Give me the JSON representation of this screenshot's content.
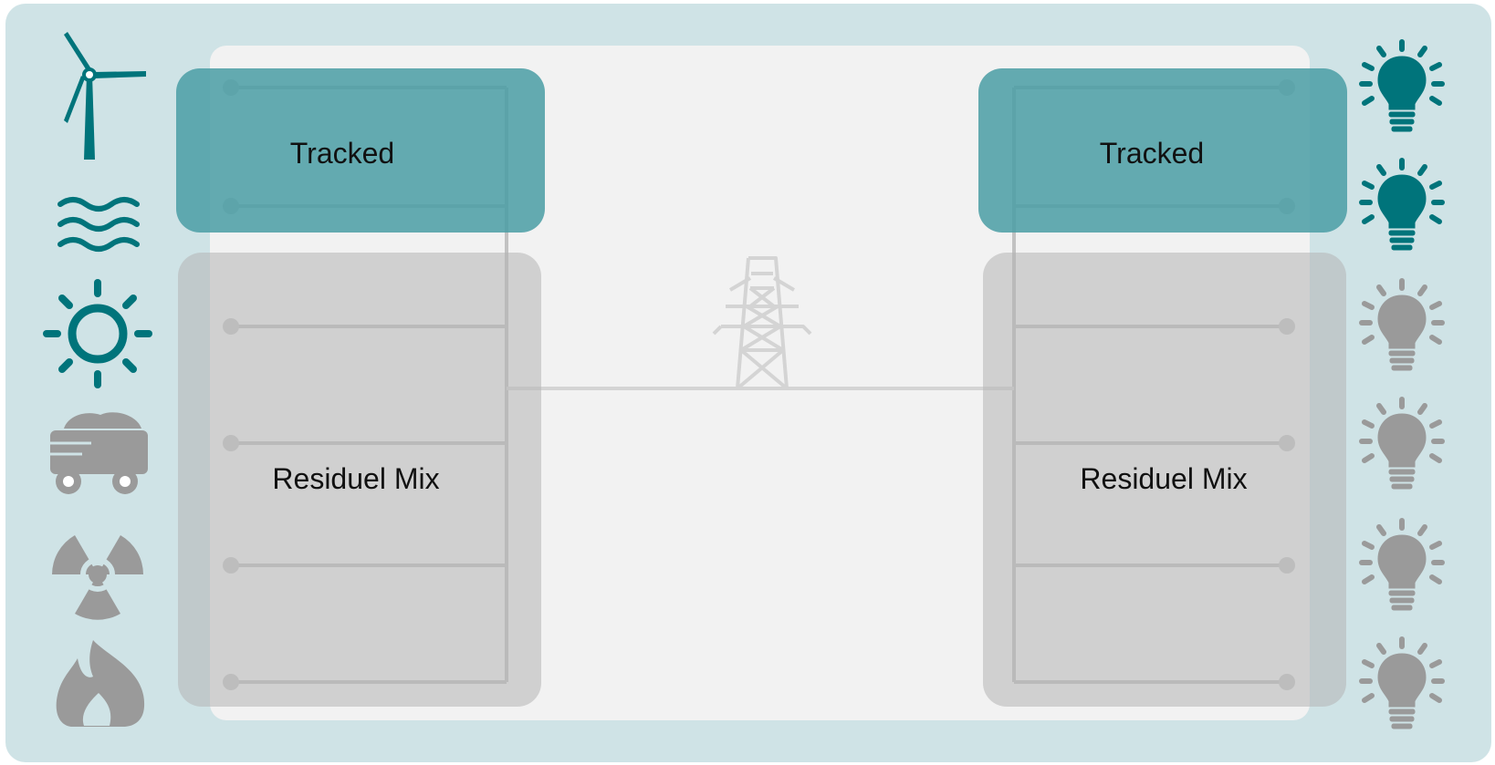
{
  "labels": {
    "left_tracked": "Tracked",
    "left_residual": "Residuel Mix",
    "right_tracked": "Tracked",
    "right_residual": "Residuel Mix"
  },
  "sources": {
    "icons": [
      "wind-turbine-icon",
      "hydro-waves-icon",
      "sun-icon",
      "coal-cart-icon",
      "nuclear-icon",
      "fire-icon"
    ],
    "tracked": [
      true,
      true,
      true,
      false,
      false,
      false
    ]
  },
  "consumers": {
    "icons": [
      "lightbulb-icon",
      "lightbulb-icon",
      "lightbulb-icon",
      "lightbulb-icon",
      "lightbulb-icon",
      "lightbulb-icon"
    ],
    "tracked": [
      true,
      true,
      false,
      false,
      false,
      false
    ]
  },
  "grid_icon": "transmission-tower-icon",
  "colors": {
    "outer_background": "#cfe3e6",
    "inner_background": "#f2f2f2",
    "tracked": "#4a9ea5",
    "tracked_icon": "#00747b",
    "residual": "#b5b5b5",
    "residual_icon": "#9a9a9a",
    "line": "#c2c2c2"
  }
}
